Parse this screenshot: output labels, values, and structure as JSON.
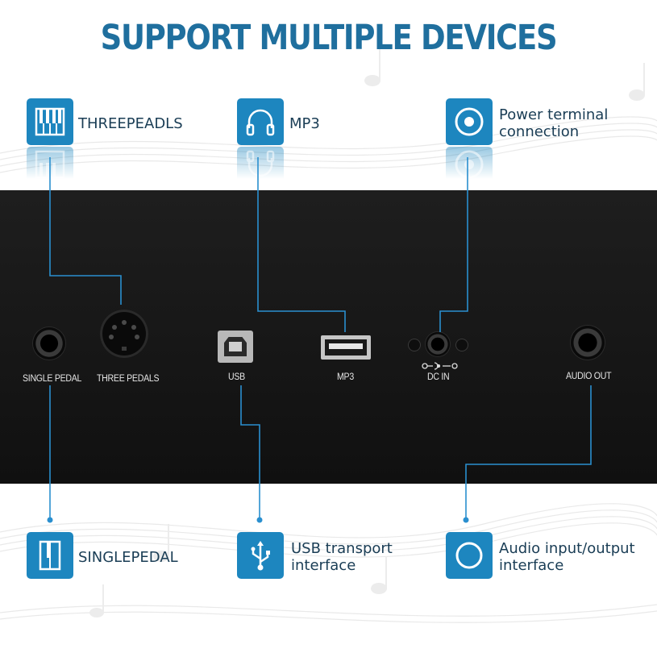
{
  "title": "SUPPORT MULTIPLE DEVICES",
  "features": {
    "three_pedals": {
      "label": "THREEPEADLS",
      "icon": "piano-keys-icon"
    },
    "mp3": {
      "label": "MP3",
      "icon": "headphones-icon"
    },
    "power": {
      "label": "Power terminal\nconnection",
      "icon": "power-circle-icon"
    },
    "single_pedal": {
      "label": "SINGLEPEDAL",
      "icon": "single-key-icon"
    },
    "usb": {
      "label": "USB transport\ninterface",
      "icon": "usb-icon"
    },
    "audio": {
      "label": "Audio input/output\ninterface",
      "icon": "ring-icon"
    }
  },
  "ports": {
    "single_pedal": "SINGLE PEDAL",
    "three_pedals": "THREE PEDALS",
    "usb": "USB",
    "mp3": "MP3",
    "dc_in": "DC  IN",
    "audio_out": "AUDIO OUT"
  },
  "colors": {
    "accent": "#1d86bf",
    "title": "#1f6f9e",
    "panel": "#161616",
    "line": "#2a8fcf"
  }
}
